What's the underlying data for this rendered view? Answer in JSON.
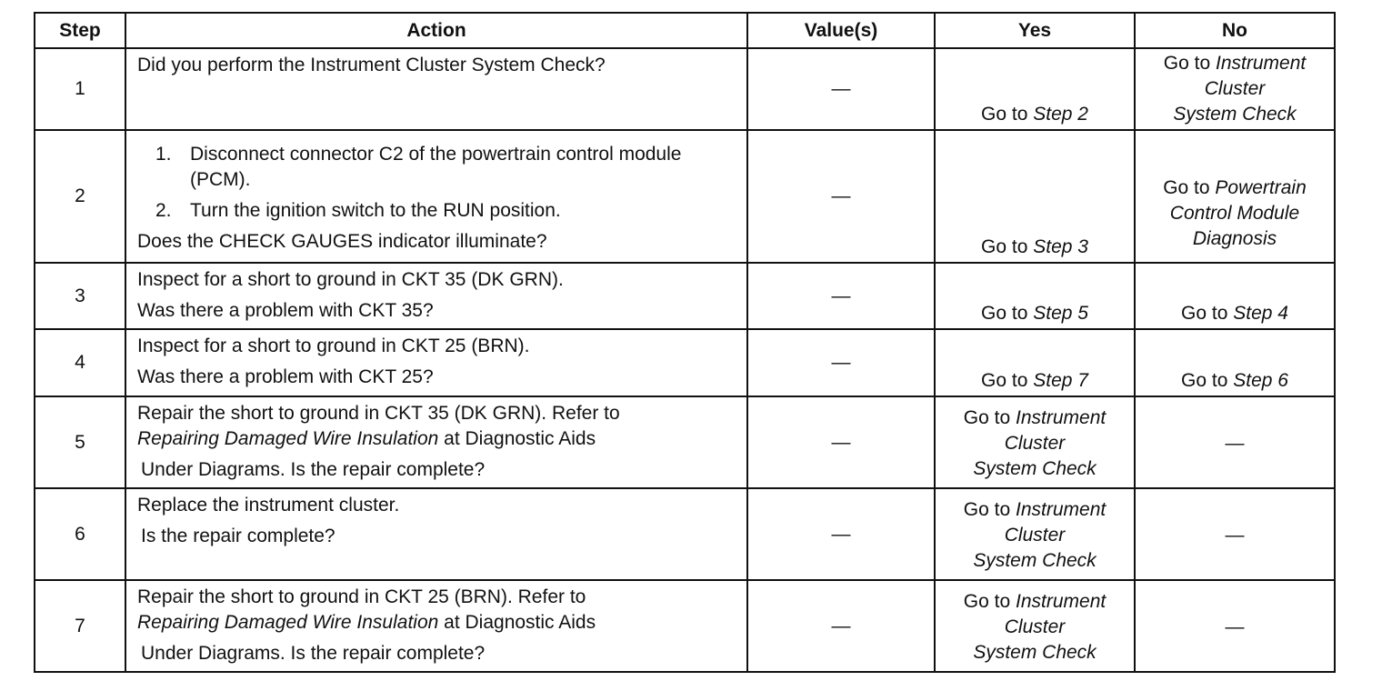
{
  "headers": [
    "Step",
    "Action",
    "Value(s)",
    "Yes",
    "No"
  ],
  "rows": [
    {
      "step": "1",
      "action": [
        "Did you perform the Instrument Cluster System Check?"
      ],
      "value": "—",
      "yes_prefix": "Go to",
      "yes_ref": "Step 2",
      "yes_tail": "",
      "no_prefix": "Go to",
      "no_ref": "Instrument",
      "no_ref2": "Cluster",
      "no_ref3": "System Check"
    },
    {
      "step": "2",
      "action_list": [
        {
          "num": "1.",
          "text": "Disconnect connector C2 of the powertrain control module (PCM)."
        },
        {
          "num": "2.",
          "text": "Turn the ignition switch to the RUN position."
        }
      ],
      "action_q": "Does the CHECK GAUGES indicator illuminate?",
      "value": "—",
      "yes_prefix": "Go to",
      "yes_ref": "Step 3",
      "no_prefix": "Go to",
      "no_ref": "Powertrain",
      "no_ref2": "Control Module",
      "no_ref3": "Diagnosis"
    },
    {
      "step": "3",
      "action": [
        "Inspect for a short to ground in CKT 35 (DK GRN).",
        "Was there a problem with CKT 35?"
      ],
      "value": "—",
      "yes_prefix": "Go to",
      "yes_ref": "Step 5",
      "no_prefix": "Go to",
      "no_ref": "Step 4"
    },
    {
      "step": "4",
      "action": [
        "Inspect for a short to ground in CKT 25 (BRN).",
        "Was there a problem with CKT 25?"
      ],
      "value": "—",
      "yes_prefix": "Go to",
      "yes_ref": "Step 7",
      "no_prefix": "Go to",
      "no_ref": "Step 6"
    },
    {
      "step": "5",
      "action_a": "Repair the short to ground in CKT 35 (DK GRN). Refer to",
      "action_b_ital": "Repairing Damaged Wire Insulation",
      "action_b_tail": " at Diagnostic  Aids",
      "action_c": "Under Diagrams. Is the repair complete?",
      "value": "—",
      "yes_prefix": "Go to",
      "yes_ref": "Instrument",
      "yes_ref2": "Cluster",
      "yes_ref3": "System Check",
      "no": "—"
    },
    {
      "step": "6",
      "action": [
        "Replace the instrument cluster.",
        "Is the repair complete?"
      ],
      "value": "—",
      "yes_prefix": "Go to",
      "yes_ref": "Instrument",
      "yes_ref2": "Cluster",
      "yes_ref3": "System Check",
      "no": "—"
    },
    {
      "step": "7",
      "action_a": "Repair the short to ground in CKT 25 (BRN). Refer to",
      "action_b_ital": "Repairing Damaged Wire Insulation",
      "action_b_tail": " at Diagnostic Aids",
      "action_c": "Under Diagrams. Is the repair complete?",
      "value": "—",
      "yes_prefix": "Go to",
      "yes_ref": "Instrument",
      "yes_ref2": "Cluster",
      "yes_ref3": "System Check",
      "no": "—"
    }
  ]
}
